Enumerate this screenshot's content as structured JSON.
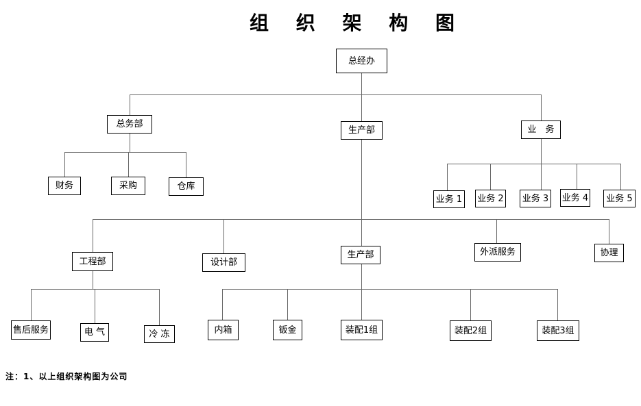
{
  "title": "组 织 架 构 图",
  "note": "注：1、以上组织架构图为公司",
  "tree": {
    "label": "总经办",
    "children": [
      {
        "label": "总务部",
        "children": [
          {
            "label": "财务"
          },
          {
            "label": "采购"
          },
          {
            "label": "仓库"
          }
        ]
      },
      {
        "label": "生产部",
        "children": [
          {
            "label": "工程部",
            "children": [
              {
                "label": "售后服务"
              },
              {
                "label": "电 气"
              },
              {
                "label": "冷 冻"
              }
            ]
          },
          {
            "label": "设计部"
          },
          {
            "label": "生产部",
            "children": [
              {
                "label": "内箱"
              },
              {
                "label": "钣金"
              },
              {
                "label": "装配1组"
              },
              {
                "label": "装配2组"
              },
              {
                "label": "装配3组"
              }
            ]
          },
          {
            "label": "外派服务"
          },
          {
            "label": "协理"
          }
        ]
      },
      {
        "label": "业　务",
        "children": [
          {
            "label": "业务 1"
          },
          {
            "label": "业务 2"
          },
          {
            "label": "业务 3"
          },
          {
            "label": "业务 4"
          },
          {
            "label": "业务 5"
          }
        ]
      }
    ]
  },
  "colors": {
    "line": "#666666",
    "border": "#000000",
    "background": "#ffffff"
  }
}
